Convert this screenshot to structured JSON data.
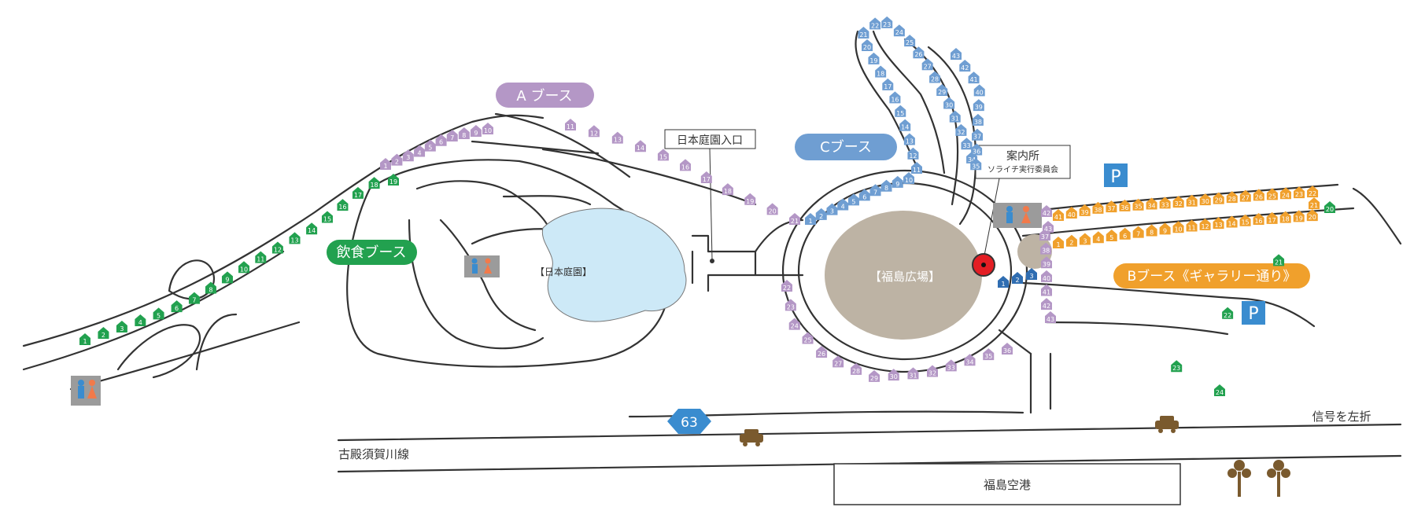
{
  "colors": {
    "road": "#333333",
    "pond": "#cde9f7",
    "plaza": "#bdb3a4",
    "booth_a": "#b497c6",
    "booth_b": "#f0a02c",
    "booth_c": "#6f9ed2",
    "booth_food": "#22a14f",
    "booth_info": "#2f6db1",
    "route_badge": "#3a8ccf",
    "parking": "#3a8ccf",
    "info_red": "#e31e24",
    "car": "#7a5a2e",
    "tree": "#7a5a2e"
  },
  "areas": {
    "a_booth": "A ブース",
    "c_booth": "Cブース",
    "b_booth": "Bブース《ギャラリー通り》",
    "food_booth": "飲食ブース"
  },
  "places": {
    "garden_entrance": "日本庭園入口",
    "garden": "【日本庭園】",
    "plaza": "【福島広場】",
    "info_title": "案内所",
    "info_sub": "ソライチ実行委員会",
    "airport": "福島空港",
    "road_name": "古殿須賀川線",
    "turn_note": "信号を左折",
    "route_number": "63",
    "parking_1": "P",
    "parking_2": "P"
  },
  "booths": {
    "food": [
      "1",
      "2",
      "3",
      "4",
      "5",
      "6",
      "7",
      "8",
      "9",
      "10",
      "11",
      "12",
      "13",
      "14",
      "15",
      "16",
      "17",
      "18",
      "19"
    ],
    "a_left": [
      "1",
      "2",
      "3",
      "4",
      "5",
      "6",
      "7",
      "8",
      "9",
      "10"
    ],
    "a_right": [
      "11",
      "12",
      "13",
      "14",
      "15",
      "16",
      "17",
      "18",
      "19",
      "20",
      "21"
    ],
    "a_south": [
      "22",
      "23",
      "24",
      "25",
      "26",
      "27",
      "28",
      "29",
      "30",
      "31",
      "32",
      "33",
      "34",
      "35",
      "36"
    ],
    "a_east": [
      "37",
      "38",
      "39",
      "40",
      "41",
      "42",
      "43"
    ],
    "c_row": [
      "1",
      "2",
      "3",
      "4",
      "5",
      "6",
      "7",
      "8",
      "9",
      "10"
    ],
    "c_hill": [
      "11",
      "12",
      "13",
      "14",
      "15",
      "16",
      "17",
      "18",
      "19",
      "20",
      "21",
      "22",
      "23",
      "24",
      "25",
      "26",
      "27",
      "28",
      "29",
      "30",
      "31",
      "32",
      "33",
      "34",
      "35",
      "36",
      "37",
      "38",
      "39",
      "40",
      "41",
      "42",
      "43"
    ],
    "b_top": [
      "1",
      "2",
      "3",
      "4",
      "5",
      "6",
      "7",
      "8",
      "9",
      "10",
      "11",
      "12",
      "13",
      "14",
      "15",
      "16",
      "17",
      "18",
      "19",
      "20",
      "21",
      "22",
      "23",
      "24",
      "25",
      "26",
      "27",
      "28",
      "29",
      "30",
      "31",
      "32",
      "33",
      "34",
      "35",
      "36",
      "37",
      "38",
      "39",
      "40",
      "41"
    ],
    "b_extra": [
      "42",
      "43"
    ],
    "info": [
      "1",
      "2",
      "3"
    ],
    "food_east": [
      "20",
      "21",
      "22",
      "23",
      "24"
    ]
  }
}
